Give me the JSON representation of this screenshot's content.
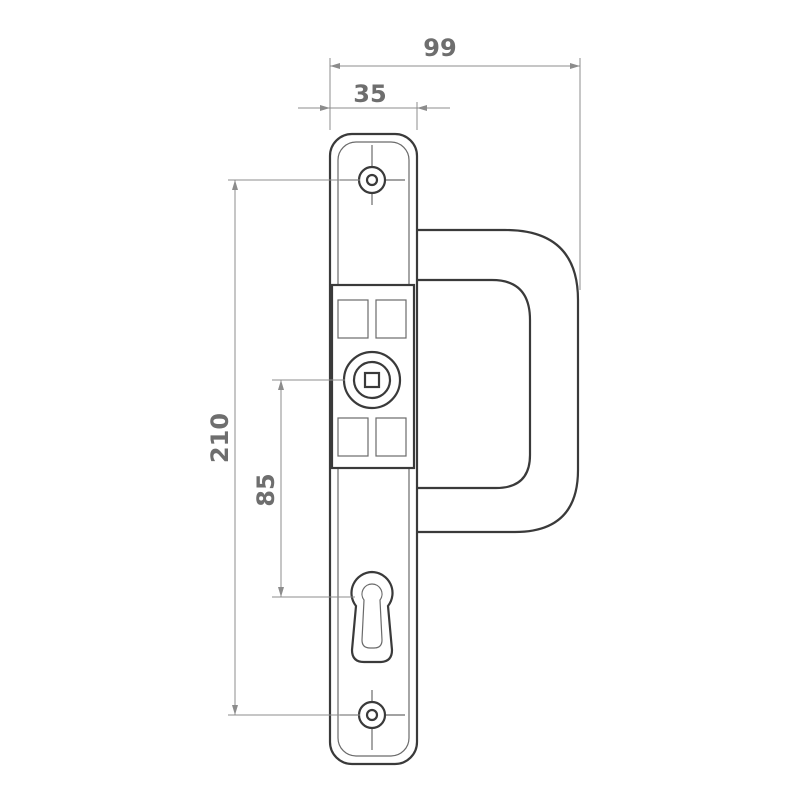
{
  "colors": {
    "line": "#3a3a3a",
    "dimension": "#8c8c8c",
    "text": "#6e6e6e",
    "background": "#ffffff"
  },
  "dimensions": {
    "overall_width": "99",
    "plate_width": "35",
    "hole_spacing": "210",
    "backset": "85"
  }
}
